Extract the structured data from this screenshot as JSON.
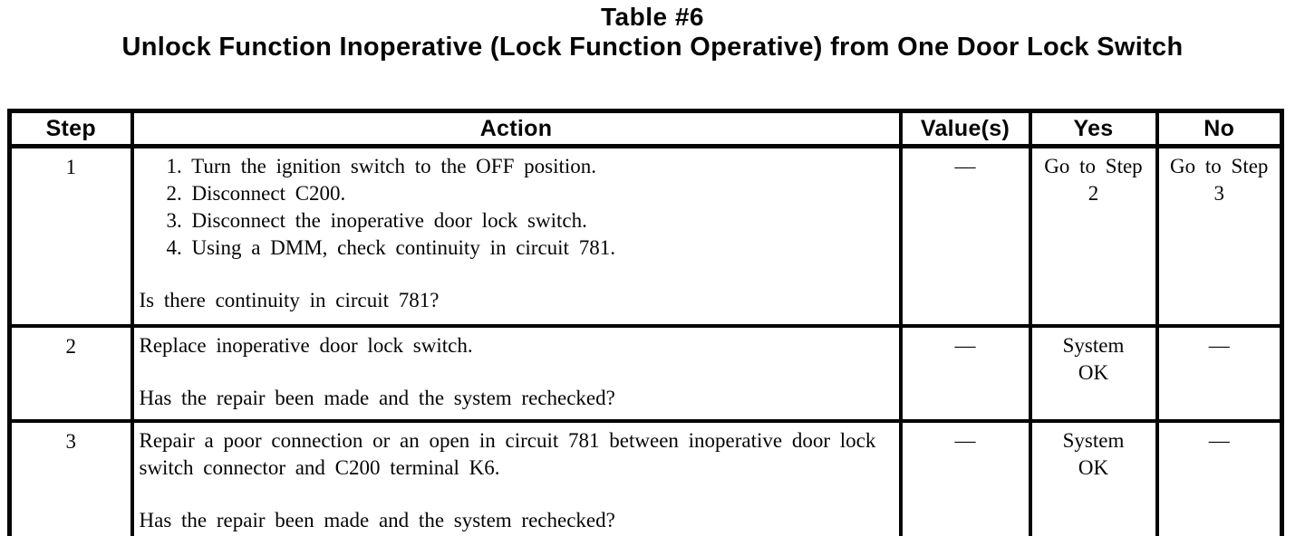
{
  "title": "Table #6",
  "subtitle": "Unlock Function Inoperative (Lock Function Operative) from One Door Lock Switch",
  "table": {
    "headers": {
      "step": "Step",
      "action": "Action",
      "values": "Value(s)",
      "yes": "Yes",
      "no": "No"
    },
    "rows": [
      {
        "step": "1",
        "action_lines": [
          "1. Turn the ignition switch to the OFF position.",
          "2. Disconnect C200.",
          "3. Disconnect the inoperative door lock switch.",
          "4. Using a DMM, check continuity in circuit 781."
        ],
        "question": "Is there continuity in circuit 781?",
        "values": "—",
        "yes_lines": [
          "Go to Step",
          "2"
        ],
        "no_lines": [
          "Go to Step",
          "3"
        ]
      },
      {
        "step": "2",
        "action_lines": [
          "Replace inoperative door lock switch."
        ],
        "question": "Has the repair been made and the system rechecked?",
        "values": "—",
        "yes_lines": [
          "System",
          "OK"
        ],
        "no_lines": [
          "—"
        ]
      },
      {
        "step": "3",
        "action_lines": [
          "Repair a poor connection or an open in circuit 781 between inoperative door lock switch connector and C200 terminal K6."
        ],
        "question": "Has the repair been made and the system rechecked?",
        "values": "—",
        "yes_lines": [
          "System",
          "OK"
        ],
        "no_lines": [
          "—"
        ]
      }
    ]
  }
}
